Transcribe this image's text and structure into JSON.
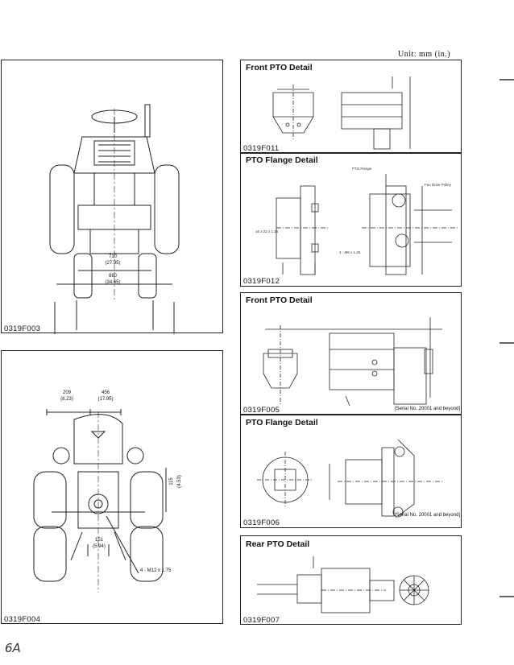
{
  "units": "Unit: mm (in.)",
  "handwriting": "6A",
  "left_panels": [
    {
      "id": "0319F003",
      "dims": [
        "710",
        "(27.95)",
        "880",
        "(34.65)"
      ]
    },
    {
      "id": "0319F004",
      "dims": [
        "209",
        "(8.23)",
        "456",
        "(17.95)",
        "115",
        "(4.53)",
        "151",
        "(5.94)",
        "4 - M12 x 1.75"
      ]
    }
  ],
  "right_panels": [
    {
      "id": "0319F011",
      "title": "Front PTO Detail"
    },
    {
      "id": "0319F012",
      "title": "PTO Flange Detail",
      "labels": [
        "PTO Flange",
        "Fan Drive Pulley",
        "16 x 22 x 1.25",
        "4 - M8 x 1.25"
      ]
    },
    {
      "id": "0319F005",
      "title": "Front PTO Detail",
      "note": "[Serial No. 20001 and beyond]"
    },
    {
      "id": "0319F006",
      "title": "PTO Flange Detail",
      "note": "[Serial No. 20001 and beyond]"
    },
    {
      "id": "0319F007",
      "title": "Rear PTO Detail"
    }
  ]
}
